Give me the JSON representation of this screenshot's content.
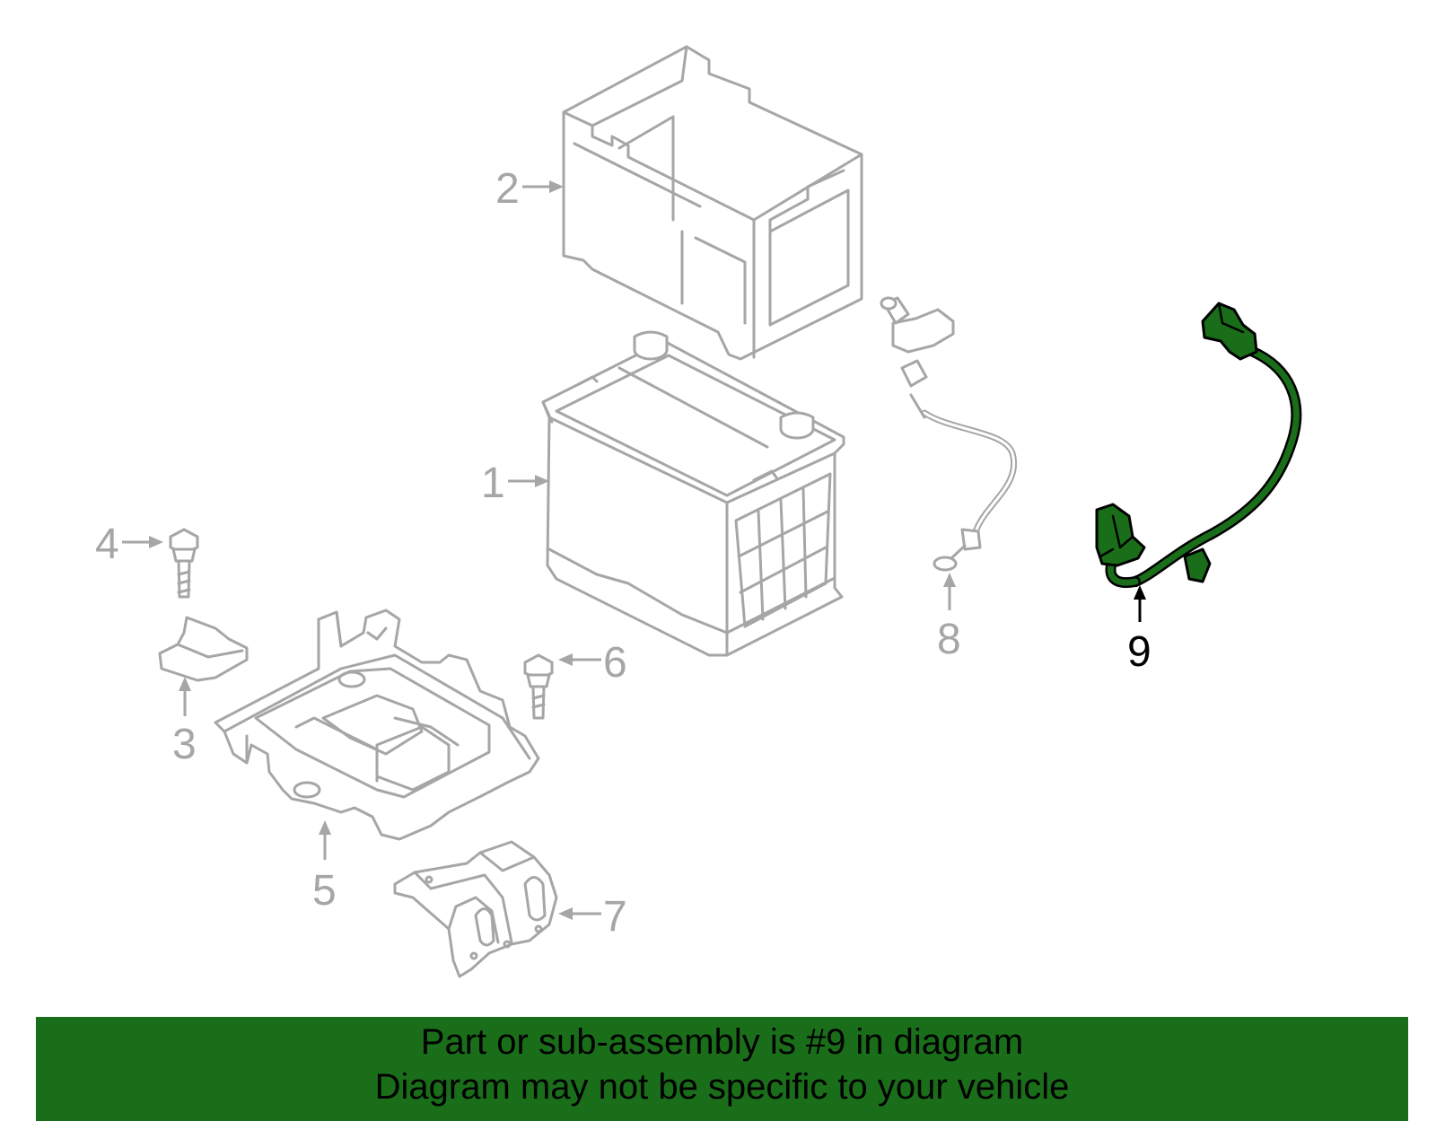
{
  "callouts": {
    "c1": "1",
    "c2": "2",
    "c3": "3",
    "c4": "4",
    "c5": "5",
    "c6": "6",
    "c7": "7",
    "c8": "8",
    "c9": "9"
  },
  "highlight": {
    "part_number": "9",
    "color": "#1a6e1a"
  },
  "colors": {
    "line_gray": "#a6a6a6",
    "banner_green": "#1a6e1a"
  },
  "banner": {
    "line1": "Part or sub-assembly is #9 in diagram",
    "line2": "Diagram may not be specific to your vehicle"
  }
}
